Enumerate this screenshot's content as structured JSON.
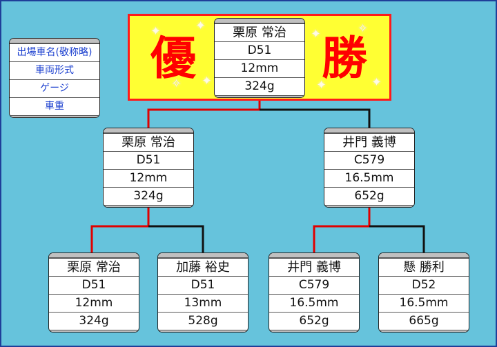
{
  "legend": {
    "rows": [
      "出場車名(敬称略)",
      "車両形式",
      "ゲージ",
      "車重"
    ]
  },
  "champion": {
    "left_char": "優",
    "right_char": "勝",
    "card": {
      "name": "栗原 常治",
      "model": "D51",
      "gauge": "12mm",
      "weight": "324g"
    }
  },
  "semifinal": [
    {
      "name": "栗原 常治",
      "model": "D51",
      "gauge": "12mm",
      "weight": "324g"
    },
    {
      "name": "井門 義博",
      "model": "C579",
      "gauge": "16.5mm",
      "weight": "652g"
    }
  ],
  "first_round": [
    {
      "name": "栗原 常治",
      "model": "D51",
      "gauge": "12mm",
      "weight": "324g"
    },
    {
      "name": "加藤 裕史",
      "model": "D51",
      "gauge": "13mm",
      "weight": "528g"
    },
    {
      "name": "井門 義博",
      "model": "C579",
      "gauge": "16.5mm",
      "weight": "652g"
    },
    {
      "name": "懸 勝利",
      "model": "D52",
      "gauge": "16.5mm",
      "weight": "665g"
    }
  ],
  "colors": {
    "background": "#66c3dc",
    "winner_line": "#e00000",
    "loser_line": "#111111",
    "banner_fill": "#ffff33",
    "banner_text": "#ff0000"
  }
}
